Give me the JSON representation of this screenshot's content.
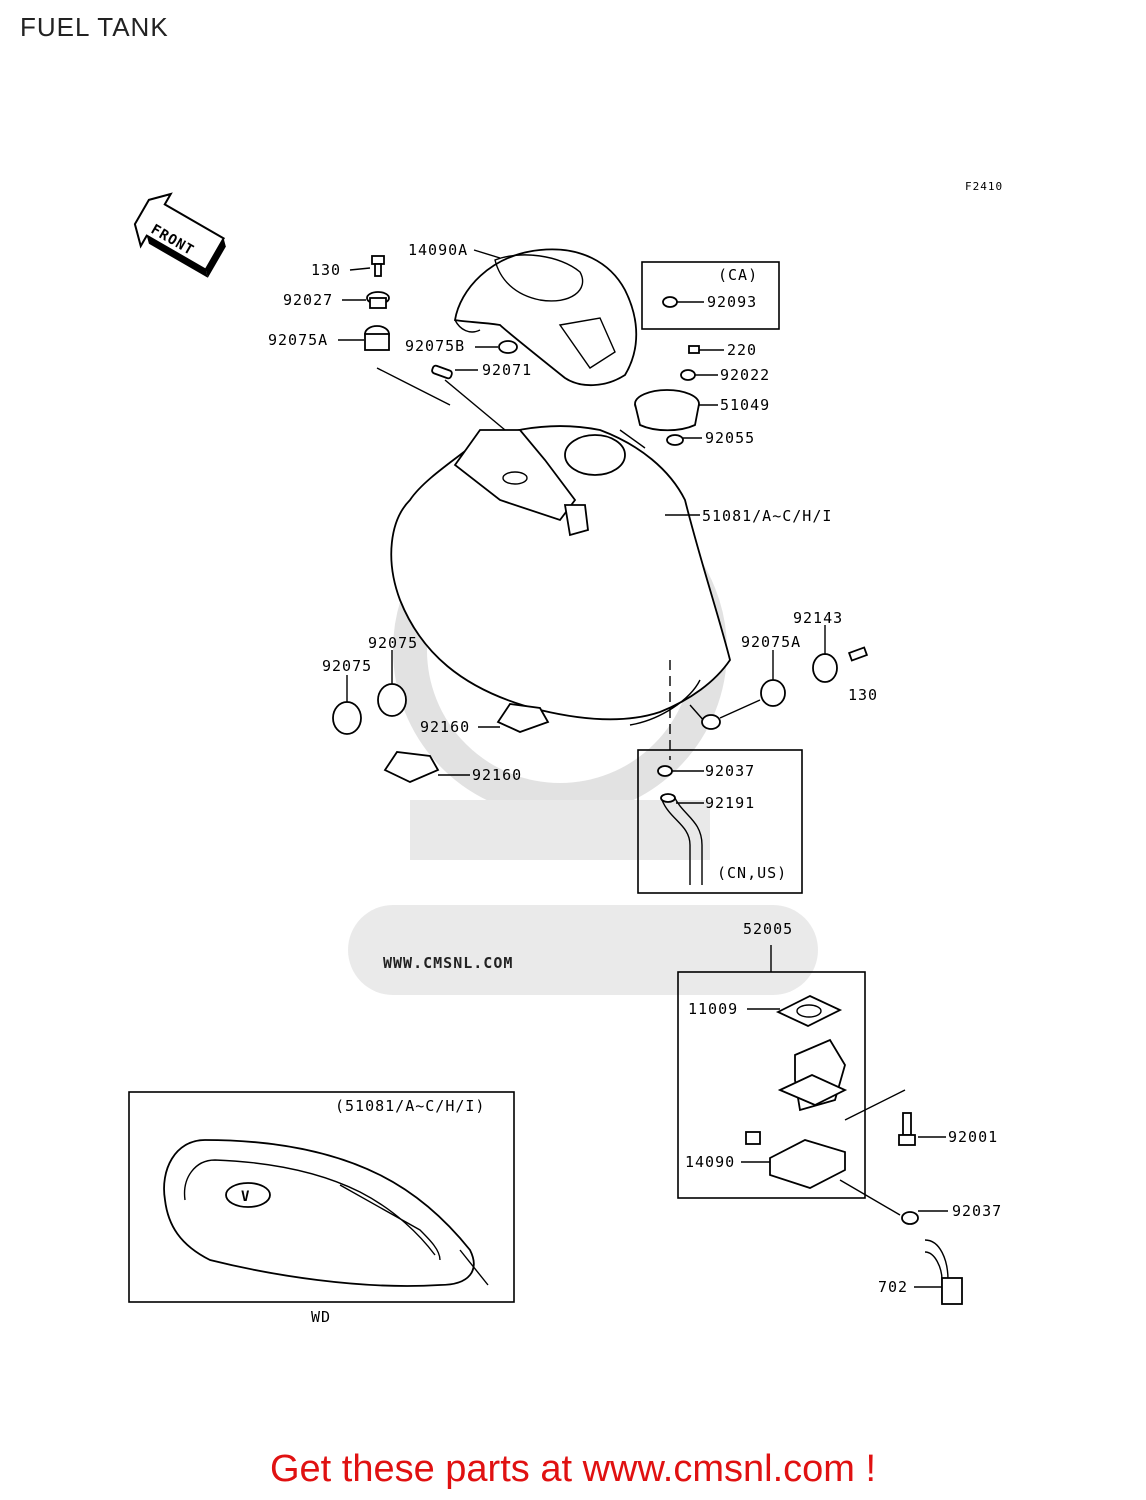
{
  "page": {
    "title": "FUEL TANK"
  },
  "diagram": {
    "figure_code": "F2410",
    "front_arrow": "FRONT",
    "watermark_text": "WWW.CMSNL.COM",
    "region_labels": {
      "ca": "(CA)",
      "cn_us": "(CN,US)",
      "inset": "(51081/A~C/H/I)",
      "wd": "WD"
    },
    "labels": {
      "p130a": "130",
      "p14090a": "14090A",
      "p92027": "92027",
      "p92075a_top": "92075A",
      "p92075b": "92075B",
      "p92071": "92071",
      "p92093": "92093",
      "p220": "220",
      "p92022": "92022",
      "p51049": "51049",
      "p92055": "92055",
      "p51081": "51081/A~C/H/I",
      "p92143": "92143",
      "p92075a_right": "92075A",
      "p130b": "130",
      "p92075_1": "92075",
      "p92075_2": "92075",
      "p92160a": "92160",
      "p92160b": "92160",
      "p92037a": "92037",
      "p92191": "92191",
      "p52005": "52005",
      "p11009": "11009",
      "p92001": "92001",
      "p14090": "14090",
      "p92037b": "92037",
      "p702": "702"
    }
  },
  "footer": {
    "text": "Get these parts at www.cmsnl.com !"
  }
}
